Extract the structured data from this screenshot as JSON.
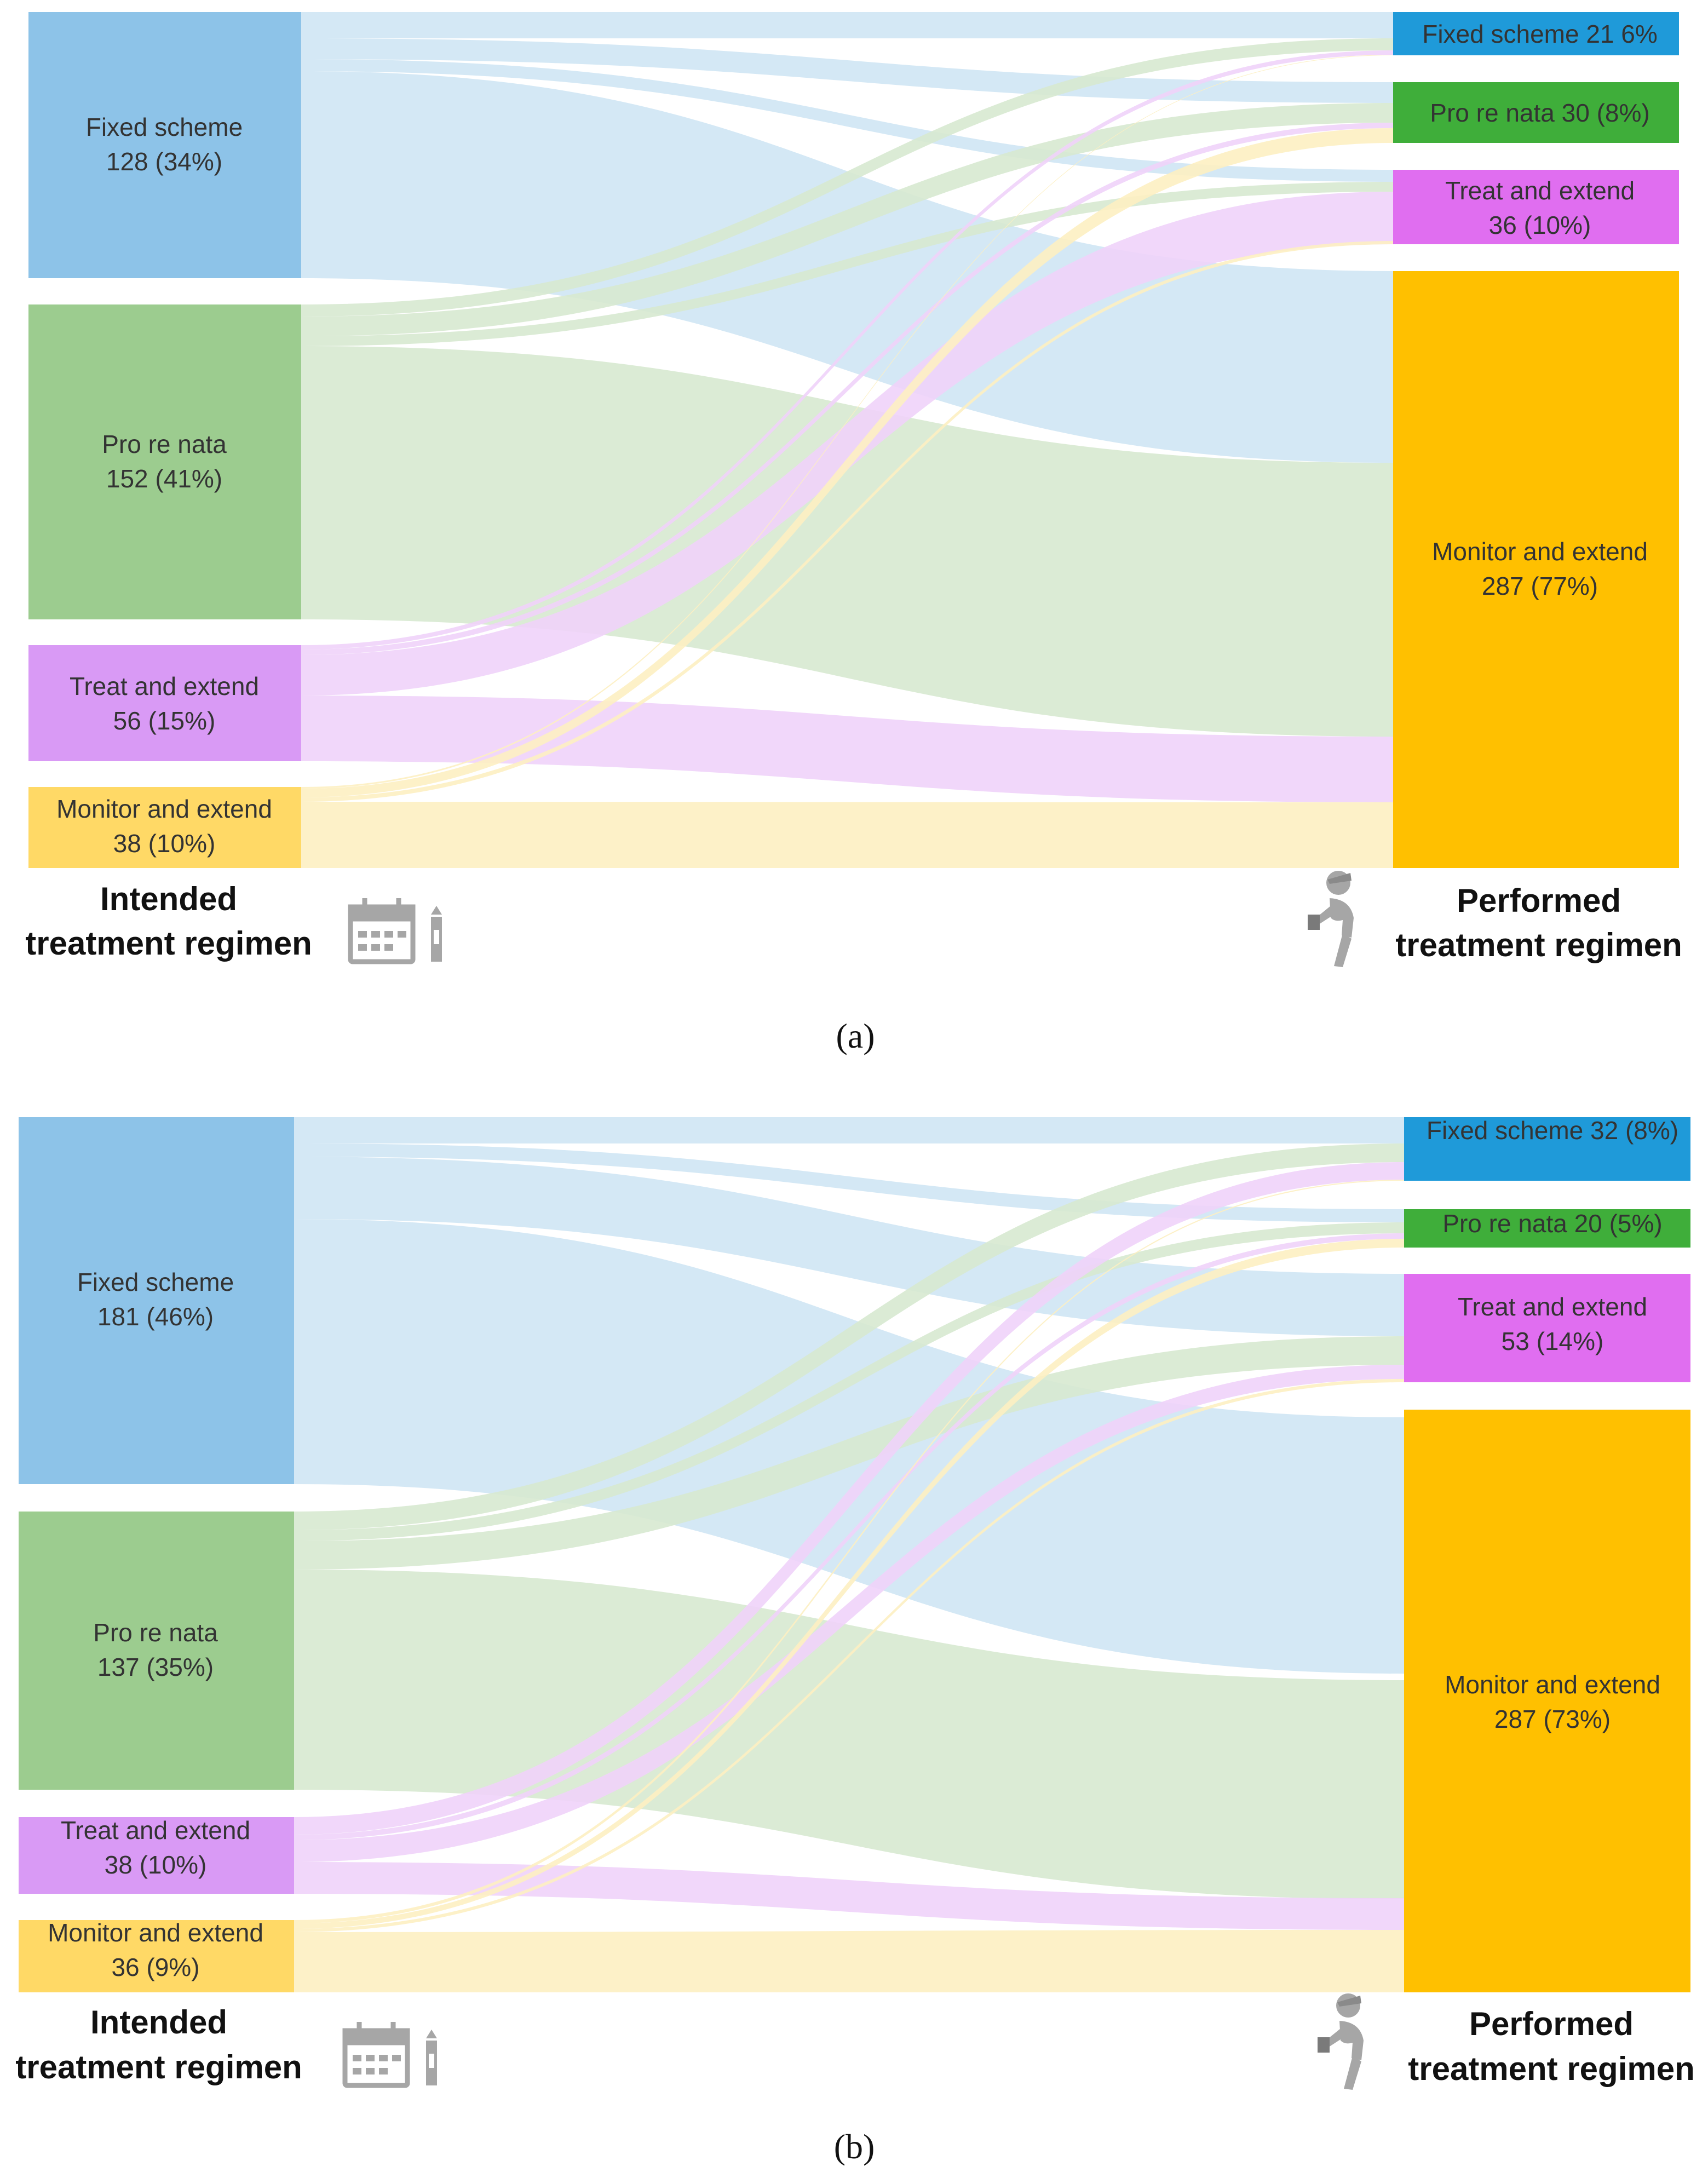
{
  "colors": {
    "fixed_scheme_left": "#8dc3e8",
    "pro_re_nata_left": "#9ccc8f",
    "treat_and_extend_left": "#d99af5",
    "monitor_and_extend_left": "#ffd966",
    "fixed_scheme_right": "#1f9ad9",
    "pro_re_nata_right": "#3fae3a",
    "treat_and_extend_right": "#e06ef0",
    "monitor_and_extend_right": "#ffc000",
    "flow_fixed_scheme": "#cfe5f4",
    "flow_pro_re_nata": "#d7e9d0",
    "flow_treat_and_extend": "#efd3fa",
    "flow_monitor_and_extend": "#fdefc2",
    "icon_gray": "#a6a6a6"
  },
  "icons": [
    "calendar-icon",
    "pencil-icon",
    "person-icon"
  ],
  "panels": [
    {
      "caption": "(a)",
      "left_title_line1": "Intended",
      "left_title_line2": "treatment regimen",
      "right_title_line1": "Performed",
      "right_title_line2": "treatment regimen",
      "left_nodes": [
        {
          "key": "fixed_scheme",
          "line1": "Fixed scheme",
          "line2": "128 (34%)"
        },
        {
          "key": "pro_re_nata",
          "line1": "Pro re nata",
          "line2": "152 (41%)"
        },
        {
          "key": "treat_and_extend",
          "line1": "Treat and extend",
          "line2": "56 (15%)"
        },
        {
          "key": "monitor_and_extend",
          "line1": "Monitor and extend",
          "line2": "38 (10%)"
        }
      ],
      "right_nodes": [
        {
          "key": "fixed_scheme",
          "line1": "Fixed scheme 21 6%",
          "line2": ""
        },
        {
          "key": "pro_re_nata",
          "line1": "Pro re nata 30 (8%)",
          "line2": ""
        },
        {
          "key": "treat_and_extend",
          "line1": "Treat and extend",
          "line2": "36 (10%)"
        },
        {
          "key": "monitor_and_extend",
          "line1": "Monitor and extend",
          "line2": "287 (77%)"
        }
      ]
    },
    {
      "caption": "(b)",
      "left_title_line1": "Intended",
      "left_title_line2": "treatment regimen",
      "right_title_line1": "Performed",
      "right_title_line2": "treatment regimen",
      "left_nodes": [
        {
          "key": "fixed_scheme",
          "line1": "Fixed scheme",
          "line2": "181 (46%)"
        },
        {
          "key": "pro_re_nata",
          "line1": "Pro re nata",
          "line2": "137 (35%)"
        },
        {
          "key": "treat_and_extend",
          "line1": "Treat and extend",
          "line2": "38 (10%)"
        },
        {
          "key": "monitor_and_extend",
          "line1": "Monitor and extend",
          "line2": "36 (9%)"
        }
      ],
      "right_nodes": [
        {
          "key": "fixed_scheme",
          "line1": "Fixed scheme 32 (8%)",
          "line2": ""
        },
        {
          "key": "pro_re_nata",
          "line1": "Pro re nata 20 (5%)",
          "line2": ""
        },
        {
          "key": "treat_and_extend",
          "line1": "Treat and extend",
          "line2": "53 (14%)"
        },
        {
          "key": "monitor_and_extend",
          "line1": "Monitor and extend",
          "line2": "287 (73%)"
        }
      ]
    }
  ]
}
